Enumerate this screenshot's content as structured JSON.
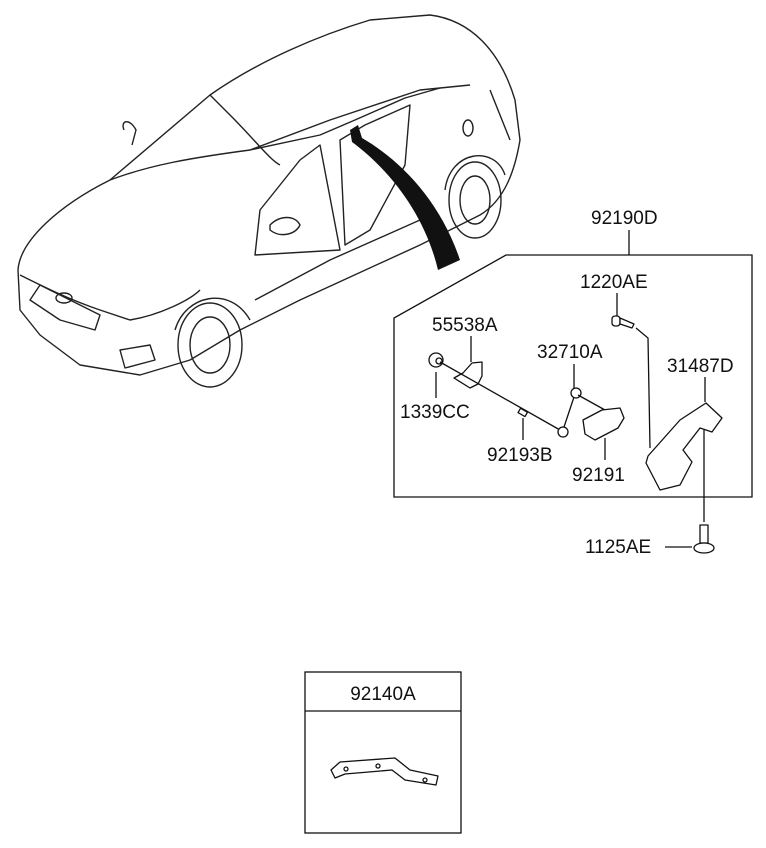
{
  "assembly": {
    "label": "92190D"
  },
  "parts": {
    "p1220AE": "1220AE",
    "p55538A": "55538A",
    "p32710A": "32710A",
    "p31487D": "31487D",
    "p1339CC": "1339CC",
    "p92193B": "92193B",
    "p92191": "92191",
    "p1125AE": "1125AE"
  },
  "bracket_box": {
    "label": "92140A"
  }
}
